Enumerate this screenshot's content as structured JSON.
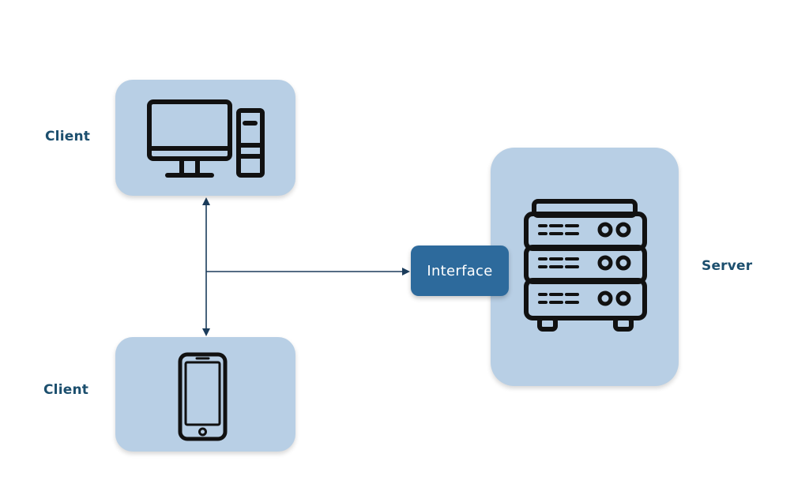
{
  "nodes": {
    "desktop_client_label": "Client",
    "mobile_client_label": "Client",
    "server_label": "Server",
    "interface_label": "Interface"
  },
  "icons": {
    "desktop": "desktop-computer-icon",
    "mobile": "smartphone-icon",
    "server": "server-rack-icon"
  },
  "colors": {
    "node_fill": "#b8cfe5",
    "interface_fill": "#2d6a9c",
    "interface_text": "#ffffff",
    "label_text": "#1c4f6e",
    "connector": "#1b3c5b",
    "icon_stroke": "#111111"
  }
}
